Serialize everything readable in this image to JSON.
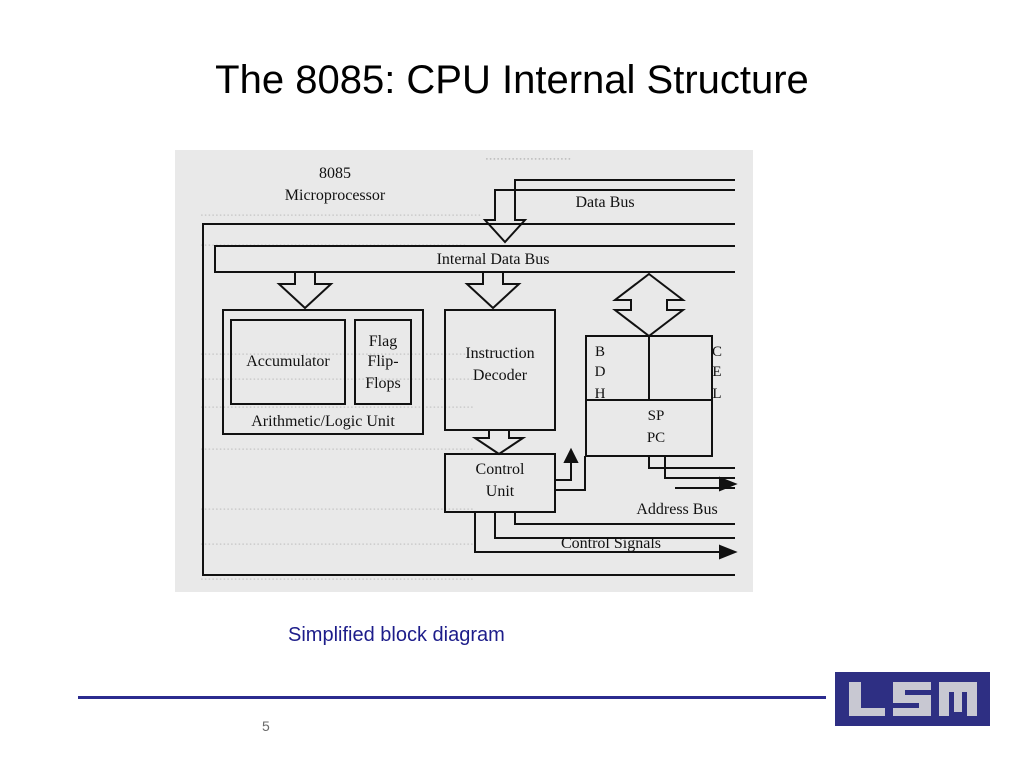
{
  "slide": {
    "title": "The 8085: CPU Internal Structure",
    "caption": "Simplified block diagram",
    "page_number": "5"
  },
  "diagram": {
    "microprocessor_label_line1": "8085",
    "microprocessor_label_line2": "Microprocessor",
    "data_bus": "Data Bus",
    "internal_data_bus": "Internal Data Bus",
    "accumulator": "Accumulator",
    "flag_line1": "Flag",
    "flag_line2": "Flip-",
    "flag_line3": "Flops",
    "alu": "Arithmetic/Logic Unit",
    "instruction_decoder_line1": "Instruction",
    "instruction_decoder_line2": "Decoder",
    "control_unit_line1": "Control",
    "control_unit_line2": "Unit",
    "reg_b": "B",
    "reg_c": "C",
    "reg_d": "D",
    "reg_e": "E",
    "reg_h": "H",
    "reg_l": "L",
    "reg_sp": "SP",
    "reg_pc": "PC",
    "address_bus": "Address Bus",
    "control_signals": "Control Signals"
  },
  "logo": {
    "text": "LSM",
    "background_color": "#2e2f83",
    "letter_color": "#c8c8d2"
  },
  "colors": {
    "caption": "#1d1d8a",
    "footer_rule": "#2b2b8f"
  }
}
